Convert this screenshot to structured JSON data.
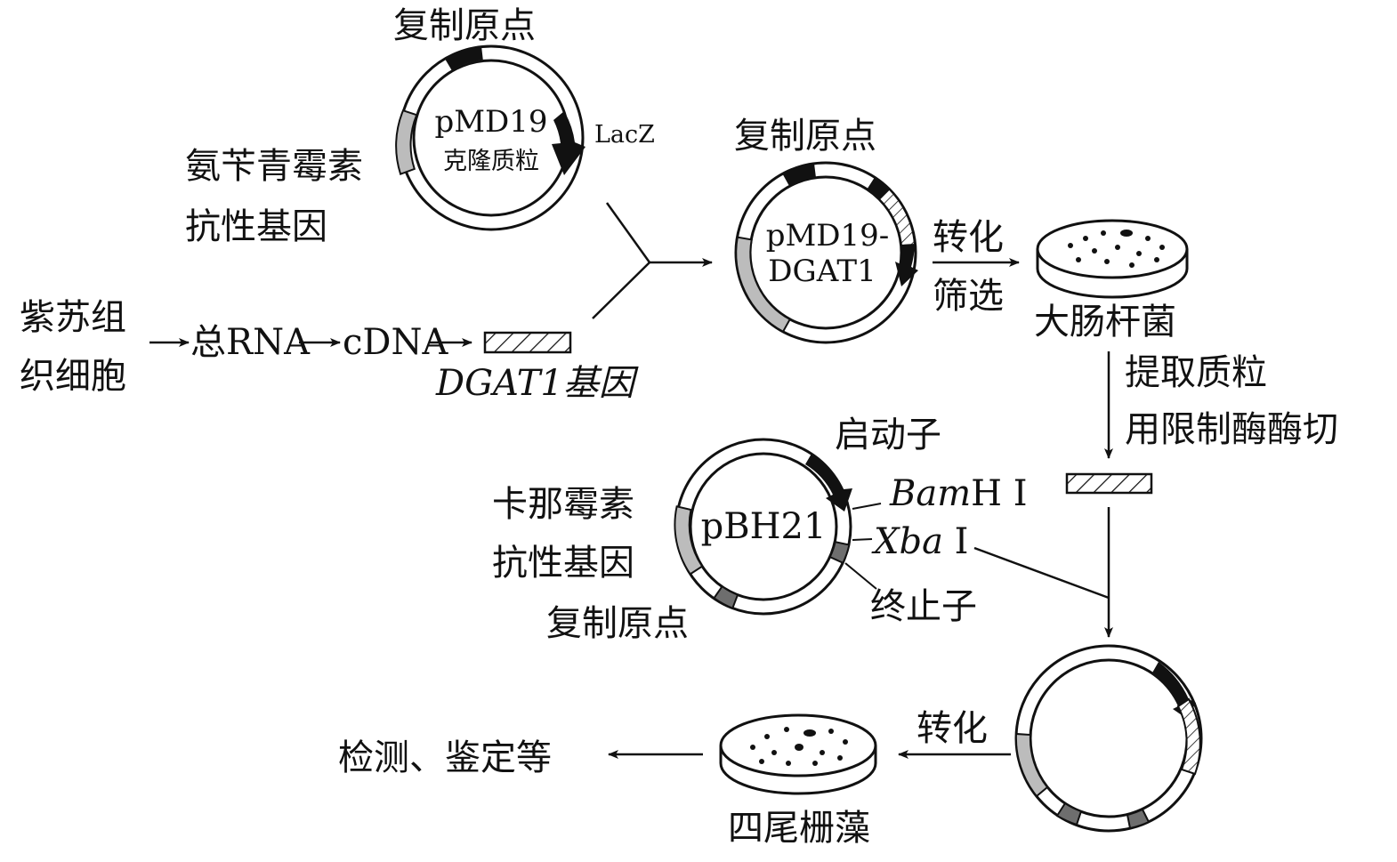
{
  "colors": {
    "ink": "#111111",
    "promoter": "#111111",
    "gene_hatch": "#111111",
    "resistance_gene": "#bcbcbc",
    "origin_dark": "#6e6e6e",
    "terminator": "#6e6e6e"
  },
  "plasmid_pmd19": {
    "ori_label": "复制原点",
    "name": "pMD19",
    "subname": "克隆质粒",
    "lacz_label": "LacZ",
    "amp_label_1": "氨苄青霉素",
    "amp_label_2": "抗性基因"
  },
  "source": {
    "tissue_1": "紫苏组",
    "tissue_2": "织细胞",
    "rna": "总RNA",
    "cdna": "cDNA",
    "gene_label": "DGAT1基因"
  },
  "plasmid_recombinant": {
    "ori_label": "复制原点",
    "name_1": "pMD19-",
    "name_2": "DGAT1"
  },
  "step_transform_screen": {
    "line1": "转化",
    "line2": "筛选"
  },
  "ecoli": {
    "label": "大肠杆菌"
  },
  "step_extract": {
    "line1": "提取质粒",
    "line2": "用限制酶酶切"
  },
  "plasmid_pbh21": {
    "name": "pBH21",
    "promoter_label": "启动子",
    "bamhi_italic": "Bam",
    "bamhi_rest": "H Ⅰ",
    "xbai_italic": "Xba",
    "xbai_rest": " Ⅰ",
    "terminator_label": "终止子",
    "kan_label_1": "卡那霉素",
    "kan_label_2": "抗性基因",
    "ori_label": "复制原点"
  },
  "step_transform_2": {
    "label": "转化"
  },
  "algae": {
    "label": "四尾栅藻"
  },
  "final": {
    "label": "检测、鉴定等"
  }
}
